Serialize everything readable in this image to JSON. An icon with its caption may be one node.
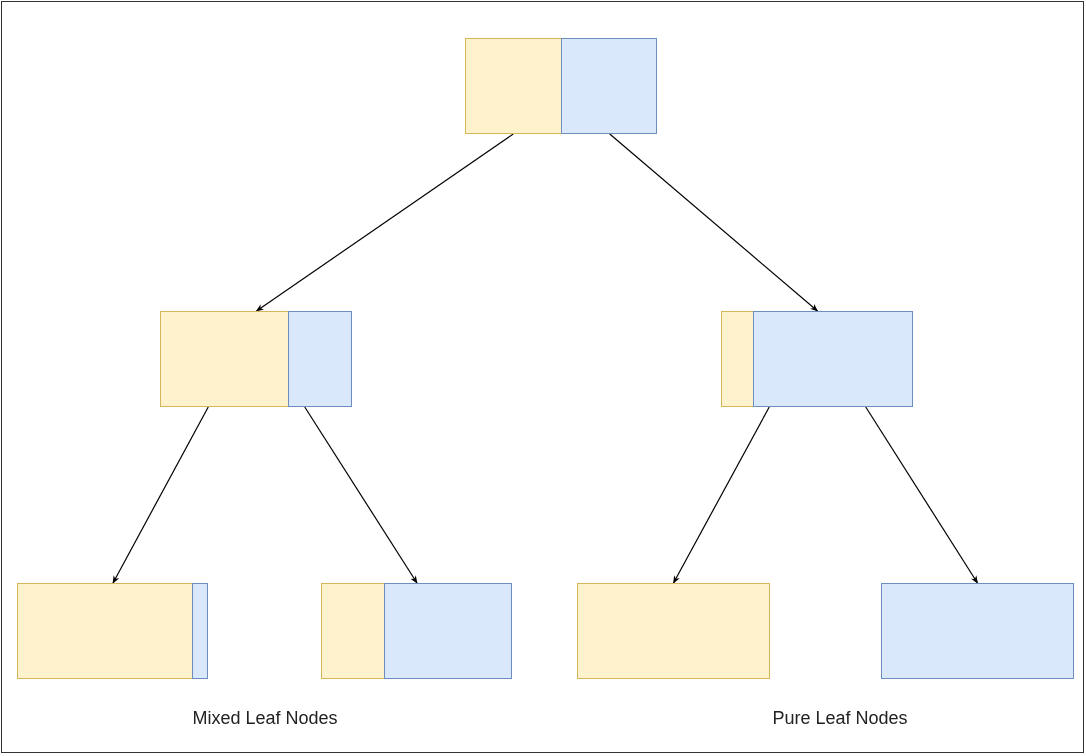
{
  "diagram": {
    "nodes": [
      {
        "text": [],
        "shape": "box"
      },
      {
        "text": [],
        "shape": "box"
      },
      {
        "text": [],
        "shape": "box"
      },
      {
        "text": [],
        "shape": "box"
      },
      {
        "text": [],
        "shape": "box"
      },
      {
        "text": [],
        "shape": "box"
      },
      {
        "text": [],
        "shape": "box"
      }
    ],
    "edges": [
      {
        "from": 0,
        "to": 1,
        "arrow": "to"
      },
      {
        "from": 0,
        "to": 2,
        "arrow": "to"
      },
      {
        "from": 1,
        "to": 3,
        "arrow": "to"
      },
      {
        "from": 1,
        "to": 4,
        "arrow": "to"
      },
      {
        "from": 2,
        "to": 5,
        "arrow": "to"
      },
      {
        "from": 2,
        "to": 6,
        "arrow": "to"
      }
    ],
    "labels": [
      "Mixed Leaf Nodes",
      "Pure Leaf Nodes"
    ]
  }
}
